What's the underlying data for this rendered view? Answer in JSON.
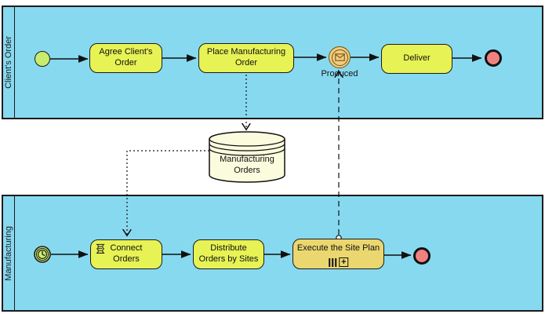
{
  "pools": [
    {
      "label": "Client's Order"
    },
    {
      "label": "Manufacturing"
    }
  ],
  "tasks": {
    "agree": {
      "label": "Agree Client's\nOrder"
    },
    "place": {
      "label": "Place Manufacturing\nOrder"
    },
    "deliver": {
      "label": "Deliver"
    },
    "connect": {
      "label": "Connect\nOrders"
    },
    "distribute": {
      "label": "Distribute\nOrders by Sites"
    },
    "execute": {
      "label": "Execute the Site Plan"
    }
  },
  "events": {
    "produced": {
      "label": "Produced"
    }
  },
  "data_store": {
    "label": "Manufacturing\nOrders"
  },
  "markers": {
    "subprocess": "+"
  },
  "colors": {
    "pool_fill": "#87d9f0",
    "task_fill": "#e7f255",
    "subprocess_task_fill": "#ebd76f",
    "data_store_fill": "#fbfcde",
    "start_event_fill": "#c9ec6e",
    "end_event_fill": "#f18080",
    "message_event_fill": "#f4ca7d",
    "border": "#1b1b1b"
  }
}
